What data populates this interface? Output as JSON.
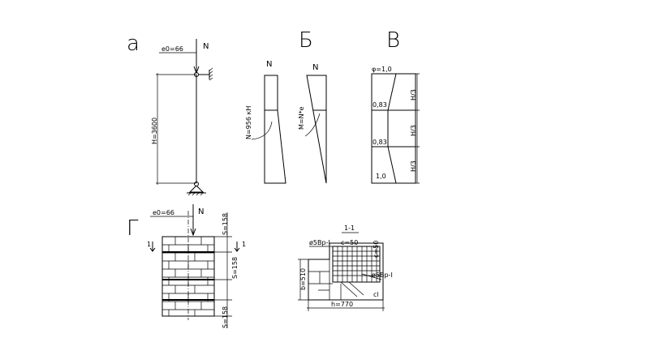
{
  "panels": {
    "a": {
      "letter": "а",
      "ecc": "е0=66",
      "force": "N",
      "height": "H=3600"
    },
    "b": {
      "letter": "Б",
      "force1": "N",
      "force2": "N",
      "axial": "N=956 кН",
      "moment": "M=N*e"
    },
    "v": {
      "letter": "В",
      "phi_top": "φ=1,0",
      "phi_1": "0,83",
      "phi_2": "0,83",
      "phi_bot": "1,0",
      "h3_1": "H/3",
      "h3_2": "H/3",
      "h3_3": "H/3"
    },
    "g": {
      "letter": "Г",
      "ecc": "е0=66",
      "force": "N",
      "s_top": "S=158",
      "s_mid": "S=158",
      "s_bot": "S=158",
      "sec_l": "1",
      "sec_r": "1"
    },
    "section": {
      "title": "1-1",
      "mesh1": "ø5Вр-I",
      "c1": "c=50",
      "c2": "c=50",
      "mesh2": "ø5Вр-I",
      "b": "b=510",
      "h": "h=770",
      "note": "сl"
    }
  }
}
